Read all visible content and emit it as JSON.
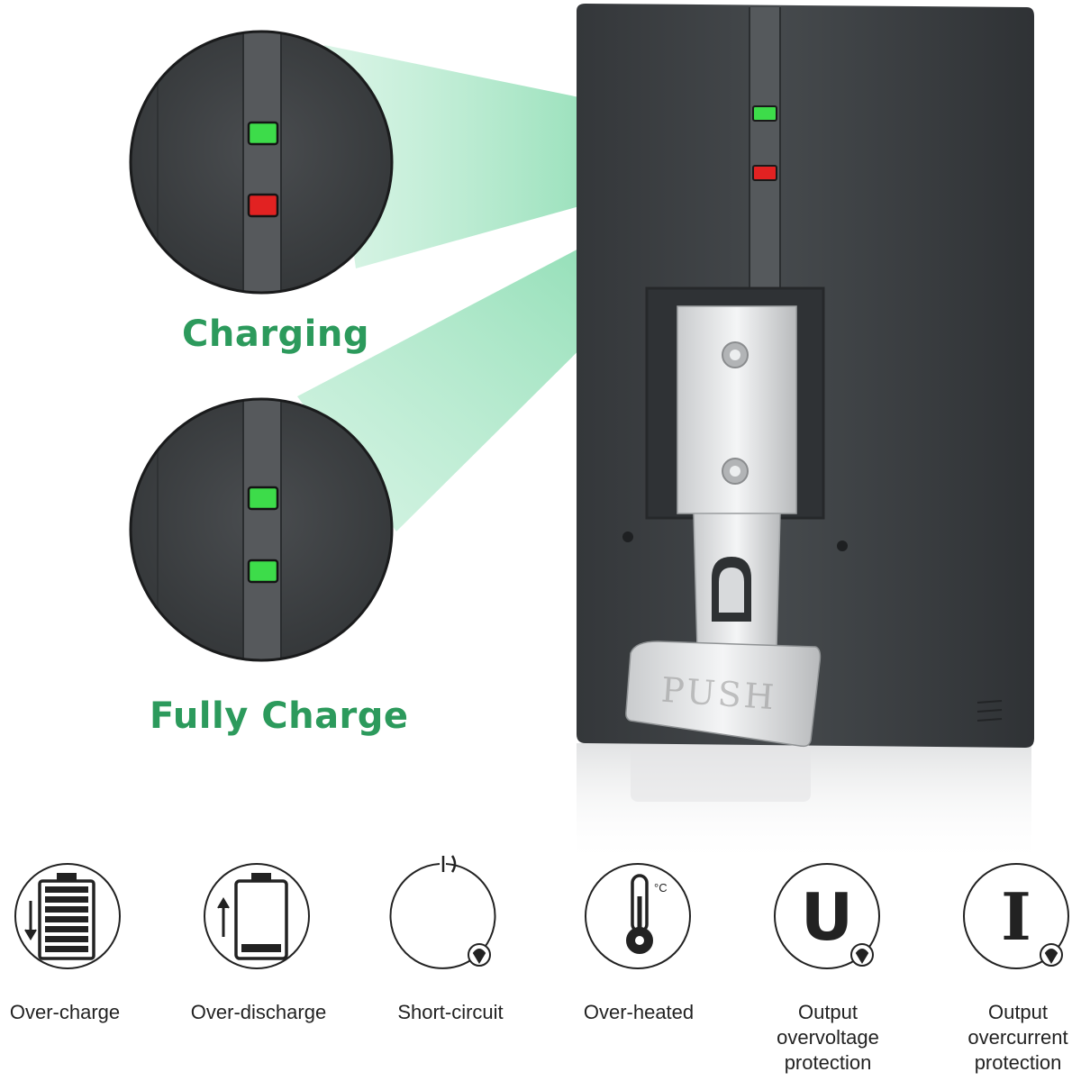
{
  "status": {
    "charging_label": "Charging",
    "full_label": "Fully Charge"
  },
  "battery": {
    "latch_text": "PUSH"
  },
  "protections": [
    {
      "label": "Over-charge",
      "icon": "battery-full-icon"
    },
    {
      "label": "Over-discharge",
      "icon": "battery-low-icon"
    },
    {
      "label": "Short-circuit",
      "icon": "short-circuit-icon"
    },
    {
      "label": "Over-heated",
      "icon": "thermometer-icon"
    },
    {
      "label": "Output\novervoltage\nprotection",
      "icon": "voltage-u-icon"
    },
    {
      "label": "Output\novercurrent\nprotection",
      "icon": "current-i-icon"
    }
  ],
  "icon_text": {
    "celsius": "°C",
    "voltage": "U",
    "current": "I"
  },
  "colors": {
    "accent_green": "#2c9a5c",
    "led_green": "#3ddc4a",
    "led_red": "#e22222",
    "battery_body": "#3a3d40",
    "icon_stroke": "#222222"
  }
}
